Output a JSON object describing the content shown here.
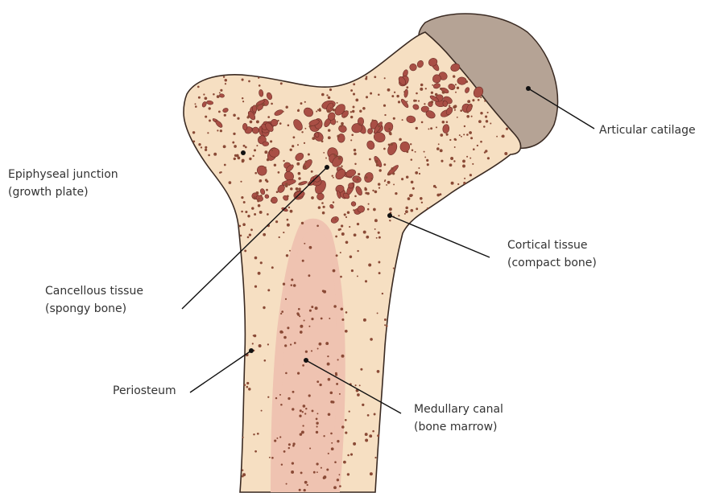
{
  "labels": {
    "articular": "Articular catilage",
    "epiphyseal_1": "Epiphyseal junction",
    "epiphyseal_2": "(growth plate)",
    "cortical_1": "Cortical tissue",
    "cortical_2": "(compact bone)",
    "cancellous_1": "Cancellous tissue",
    "cancellous_2": "(spongy bone)",
    "periosteum": "Periosteum",
    "medullary_1": "Medullary canal",
    "medullary_2": "(bone marrow)"
  },
  "colors": {
    "bone": "#f6dfc2",
    "bone_outline": "#3a2a22",
    "cartilage": "#b5a395",
    "marrow": "#efc3b1",
    "spongy": "#a94f45",
    "dots": "#8a4a36",
    "text": "#333333"
  }
}
